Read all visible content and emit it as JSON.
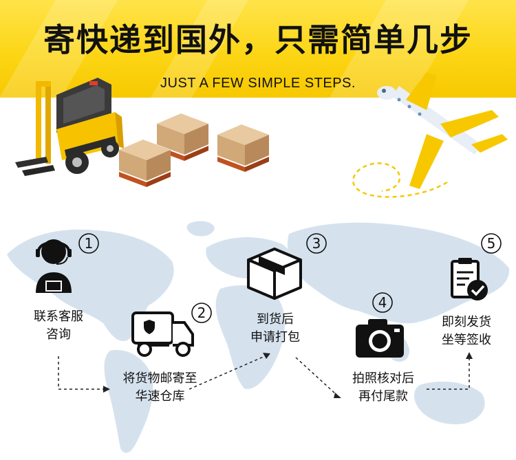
{
  "header": {
    "title": "寄快递到国外，只需简单几步",
    "subtitle": "JUST A FEW SIMPLE STEPS."
  },
  "steps": [
    {
      "number": "1",
      "line1": "联系客服",
      "line2": "咨询",
      "icon": "customer-service-icon"
    },
    {
      "number": "2",
      "line1": "将货物邮寄至",
      "line2": "华速仓库",
      "icon": "delivery-truck-icon"
    },
    {
      "number": "3",
      "line1": "到货后",
      "line2": "申请打包",
      "icon": "package-box-icon"
    },
    {
      "number": "4",
      "line1": "拍照核对后",
      "line2": "再付尾款",
      "icon": "camera-icon"
    },
    {
      "number": "5",
      "line1": "即刻发货",
      "line2": "坐等签收",
      "icon": "clipboard-check-icon"
    }
  ],
  "colors": {
    "accent": "#fcd616",
    "ink": "#111111",
    "map": "#d3e0ec"
  }
}
